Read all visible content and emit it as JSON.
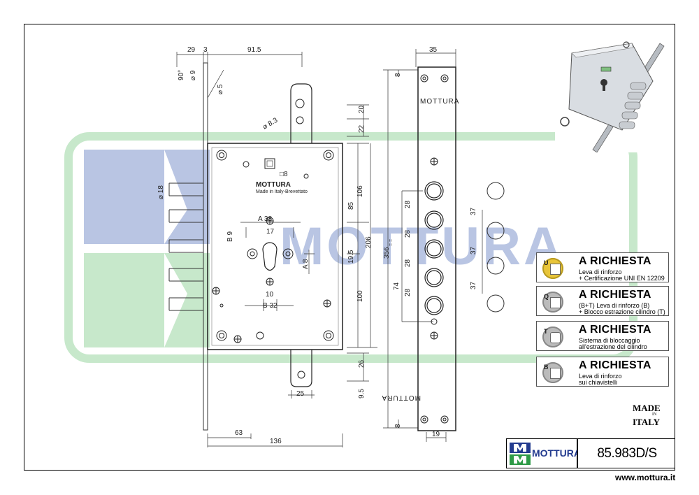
{
  "watermark": {
    "text": "MOTTURA",
    "colors": {
      "blue": "#b9c5e3",
      "green": "#c7e8cb"
    }
  },
  "lock_body": {
    "brand": "MOTTURA",
    "made_note": "Made in Italy-Brevettato"
  },
  "dimensions": {
    "top_29": "29",
    "top_3": "3",
    "top_91_5": "91.5",
    "angle_90": "90°",
    "dia_9": "⌀ 9",
    "dia_5": "⌀ 5",
    "dia_18": "⌀ 18",
    "dia_8_3": "⌀ 8.3",
    "square_8": "□8",
    "v_20": "20",
    "v_22": "22",
    "v_106": "106",
    "v_85": "85",
    "v_206": "206",
    "v_19_5": "19.5",
    "v_100": "100",
    "v_26": "26",
    "v_9_5": "9.5",
    "v_356": "356",
    "v_74": "74",
    "v_8_top": "8",
    "v_8_bottom": "8",
    "a_38": "A 38",
    "b_9": "B 9",
    "w_17": "17",
    "a_8": "A 8",
    "w_10": "10",
    "b_32": "B 32",
    "w_25": "25",
    "w_63": "63",
    "w_136": "136",
    "plate_35": "35",
    "plate_19": "19",
    "p28_1": "28",
    "p28_2": "28",
    "p28_3": "28",
    "p28_4": "28",
    "p37_1": "37",
    "p37_2": "37",
    "p37_3": "37",
    "plate_brand": "MOTTURA",
    "plate_brand_flipped": "MOTTURA",
    "equal_marks": "=  ="
  },
  "options": [
    {
      "badge": "U",
      "title": "A RICHIESTA",
      "lines": [
        "Leva di rinforzo",
        "+ Certificazione UNI EN 12209"
      ]
    },
    {
      "badge": "Q",
      "title": "A RICHIESTA",
      "lines": [
        "(B+T)        Leva di rinforzo (B)",
        "+ Blocco estrazione cilindro (T)"
      ]
    },
    {
      "badge": "T",
      "title": "A RICHIESTA",
      "lines": [
        "Sistema di bloccaggio",
        "all'estrazione del cilindro"
      ]
    },
    {
      "badge": "B",
      "title": "A RICHIESTA",
      "lines": [
        "Leva di rinforzo",
        "sui chiavistelli"
      ]
    }
  ],
  "made_in": {
    "line1": "MADE",
    "line2": "IN",
    "line3": "ITALY"
  },
  "footer": {
    "brand": "MOTTURA",
    "code": "85.983D/S",
    "url": "www.mottura.it"
  }
}
